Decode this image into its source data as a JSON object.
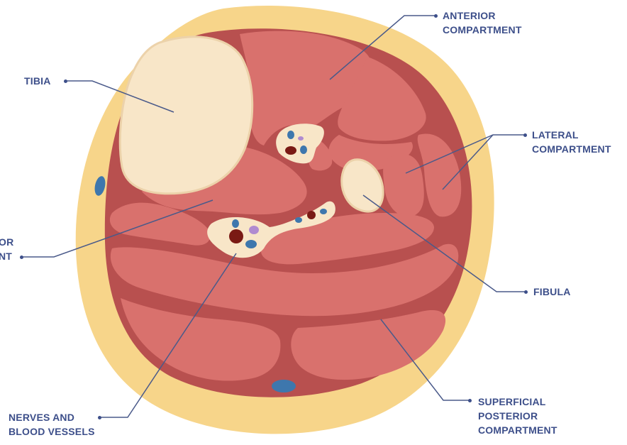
{
  "labels": {
    "anterior": [
      "ANTERIOR",
      "COMPARTMENT"
    ],
    "tibia": "TIBIA",
    "lateral": [
      "LATERAL",
      "COMPARTMENT"
    ],
    "deep_posterior": [
      "OR",
      "NT"
    ],
    "fibula": "FIBULA",
    "nerves": [
      "NERVES AND",
      "BLOOD VESSELS"
    ],
    "superficial": [
      "SUPERFICIAL",
      "POSTERIOR",
      "COMPARTMENT"
    ]
  },
  "colors": {
    "skin": "#f7d58a",
    "muscle_bg": "#b8504f",
    "muscle": "#d9716d",
    "bone": "#f8e6c8",
    "vein": "#3e77ad",
    "artery": "#7a1a14",
    "nerve": "#b08bd0",
    "label": "#3d4f8a",
    "leader": "#4a5a8a"
  }
}
